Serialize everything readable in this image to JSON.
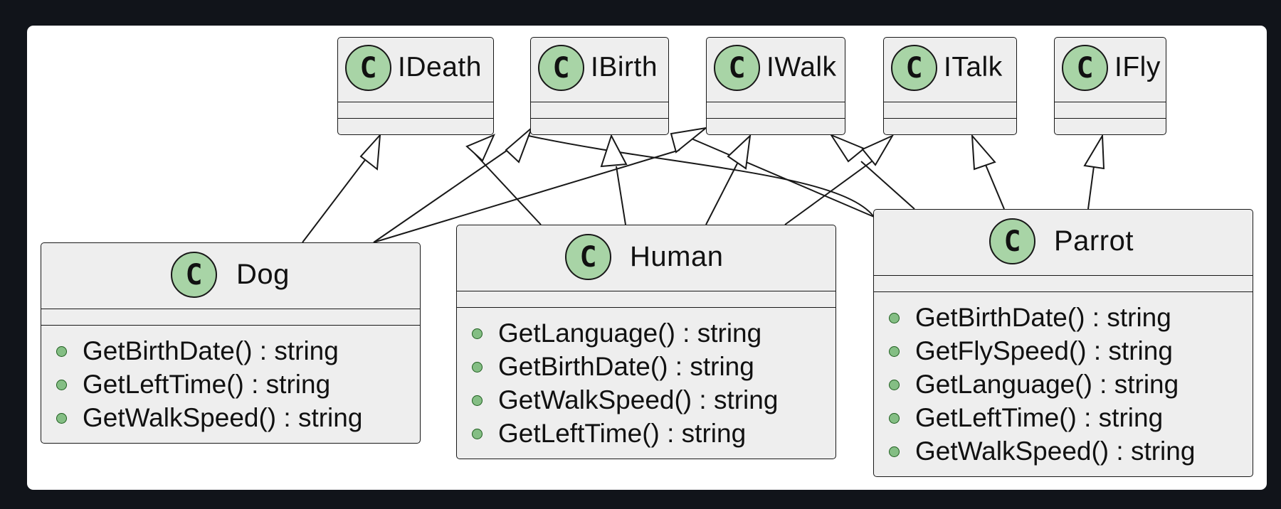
{
  "interfaces": [
    {
      "id": "IDeath",
      "name": "IDeath",
      "badge": "C"
    },
    {
      "id": "IBirth",
      "name": "IBirth",
      "badge": "C"
    },
    {
      "id": "IWalk",
      "name": "IWalk",
      "badge": "C"
    },
    {
      "id": "ITalk",
      "name": "ITalk",
      "badge": "C"
    },
    {
      "id": "IFly",
      "name": "IFly",
      "badge": "C"
    }
  ],
  "classes": [
    {
      "id": "Dog",
      "name": "Dog",
      "badge": "C",
      "methods": [
        "GetBirthDate() : string",
        "GetLeftTime() : string",
        "GetWalkSpeed() : string"
      ]
    },
    {
      "id": "Human",
      "name": "Human",
      "badge": "C",
      "methods": [
        "GetLanguage() : string",
        "GetBirthDate() : string",
        "GetWalkSpeed() : string",
        "GetLeftTime() : string"
      ]
    },
    {
      "id": "Parrot",
      "name": "Parrot",
      "badge": "C",
      "methods": [
        "GetBirthDate() : string",
        "GetFlySpeed() : string",
        "GetLanguage() : string",
        "GetLeftTime() : string",
        "GetWalkSpeed() : string"
      ]
    }
  ],
  "relations": [
    {
      "from": "Dog",
      "to": "IDeath",
      "type": "inheritance"
    },
    {
      "from": "Dog",
      "to": "IBirth",
      "type": "inheritance"
    },
    {
      "from": "Dog",
      "to": "IWalk",
      "type": "inheritance"
    },
    {
      "from": "Human",
      "to": "IDeath",
      "type": "inheritance"
    },
    {
      "from": "Human",
      "to": "IBirth",
      "type": "inheritance"
    },
    {
      "from": "Human",
      "to": "IWalk",
      "type": "inheritance"
    },
    {
      "from": "Human",
      "to": "ITalk",
      "type": "inheritance"
    },
    {
      "from": "Parrot",
      "to": "IDeath",
      "type": "inheritance"
    },
    {
      "from": "Parrot",
      "to": "IBirth",
      "type": "inheritance"
    },
    {
      "from": "Parrot",
      "to": "IWalk",
      "type": "inheritance"
    },
    {
      "from": "Parrot",
      "to": "ITalk",
      "type": "inheritance"
    },
    {
      "from": "Parrot",
      "to": "IFly",
      "type": "inheritance"
    }
  ],
  "colors": {
    "badge": "#a8d4a6",
    "box": "#eeeeee",
    "border": "#181818",
    "dot": "#84be84",
    "background": "#11141a",
    "canvas": "#ffffff"
  }
}
